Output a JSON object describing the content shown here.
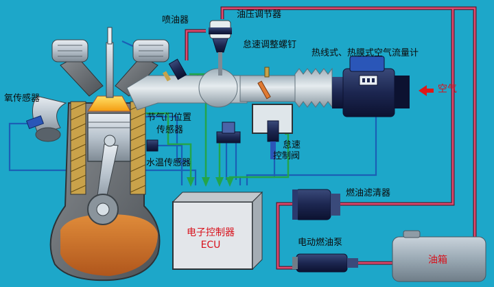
{
  "labels": {
    "injector": "喷油器",
    "pressure_regulator": "油压调节器",
    "idle_screw": "怠速调整螺钉",
    "air_flow_meter": "热线式、热膜式空气流量计",
    "air": "空气",
    "oxygen_sensor": "氧传感器",
    "throttle_sensor_line1": "节气门位置",
    "throttle_sensor_line2": "传感器",
    "idle_valve_line1": "怠速",
    "idle_valve_line2": "控制阀",
    "coolant_sensor": "水温传感器",
    "ecu_line1": "电子控制器",
    "ecu_line2": "ECU",
    "fuel_filter": "燃油滤清器",
    "fuel_pump": "电动燃油泵",
    "fuel_tank": "油箱"
  },
  "colors": {
    "background": "#1da7c9",
    "fuel_line": "#d8305a",
    "signal_line": "#2fa04a",
    "wire": "#1565c0",
    "label_text": "#0b0b0b",
    "highlight_text": "#d8101a"
  }
}
